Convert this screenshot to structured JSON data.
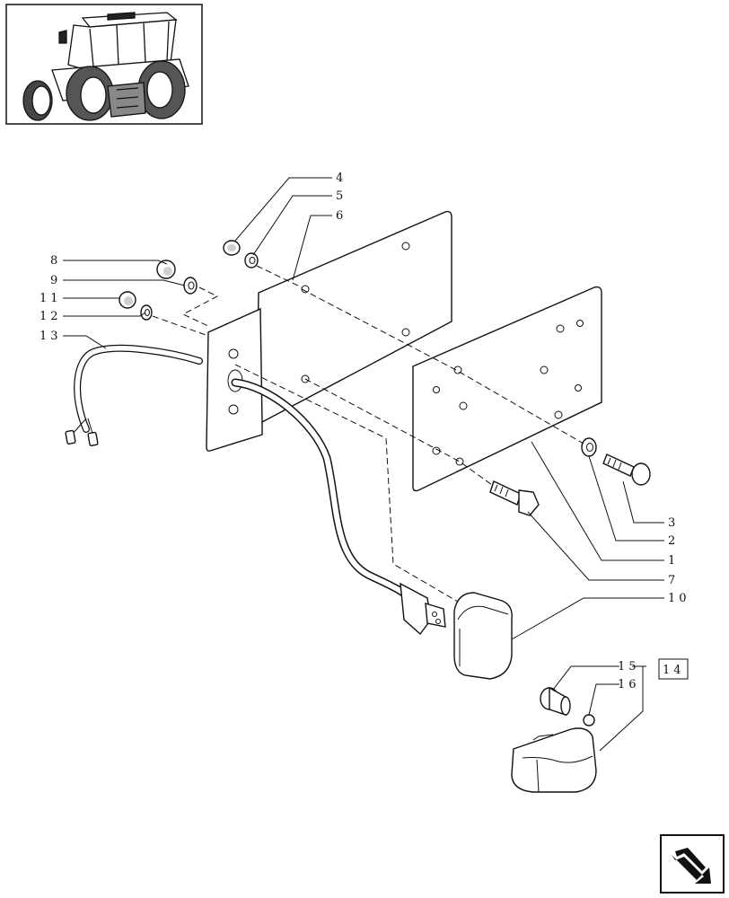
{
  "callouts": {
    "c1": "1",
    "c2": "2",
    "c3": "3",
    "c4": "4",
    "c5": "5",
    "c6": "6",
    "c7": "7",
    "c8": "8",
    "c9": "9",
    "c10": "10",
    "c11": "11",
    "c12": "12",
    "c13": "13",
    "c14": "14",
    "c15": "15",
    "c16": "16"
  },
  "thumbnail": {
    "icon": "tractor-rear-thumbnail-icon"
  },
  "navigation": {
    "icon": "next-page-arrow-icon"
  }
}
